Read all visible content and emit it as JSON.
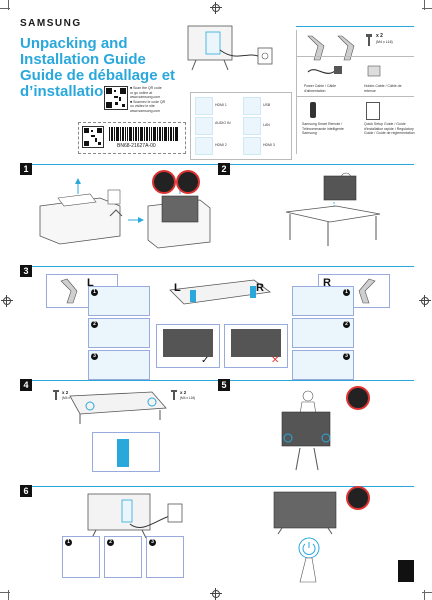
{
  "brand": "SAMSUNG",
  "title_lines": [
    "Unpacking and",
    "Installation Guide",
    "Guide de déballage et",
    "d’installation"
  ],
  "qr_text_lines": [
    "■ Scan the QR code",
    "or go online at",
    "www.samsung.com",
    "■ Scannez le code QR",
    "ou visitez le site",
    "www.samsung.com"
  ],
  "barcode_number": "BN68-21627A-00",
  "screw_qty_top": "x 2",
  "screw_spec_top": "(M4 x L16)",
  "power_cable_label": "Power Cable / Câble d'alimentation",
  "holder_cable_label": "Holder-Cable / Câble de retenue",
  "doc_label_left": "Samsung Smart Remote / Télécommande intelligente Samsung",
  "doc_label_right": "Quick Setup Guide / Guide d'installation rapide / Regulatory Guide / Guide de réglementation",
  "port_labels": [
    "USB",
    "HDMI 1",
    "",
    "AUDIO IN",
    "LAN",
    "",
    "HDMI 2",
    "",
    "HDMI 3"
  ],
  "sections": {
    "s1": "1",
    "s2": "2",
    "s3": "3",
    "s4": "4",
    "s5": "5",
    "s6": "6"
  },
  "side_left": "L",
  "side_right": "R",
  "steps": [
    "1",
    "2",
    "3"
  ],
  "screw_qty_4a": "x 2",
  "screw_spec_4a": "(M4 x L16)",
  "screw_qty_4b": "x 2",
  "screw_spec_4b": "(M4 x L16)",
  "colors": {
    "accent": "#2aa8dc",
    "warn": "#d33"
  }
}
